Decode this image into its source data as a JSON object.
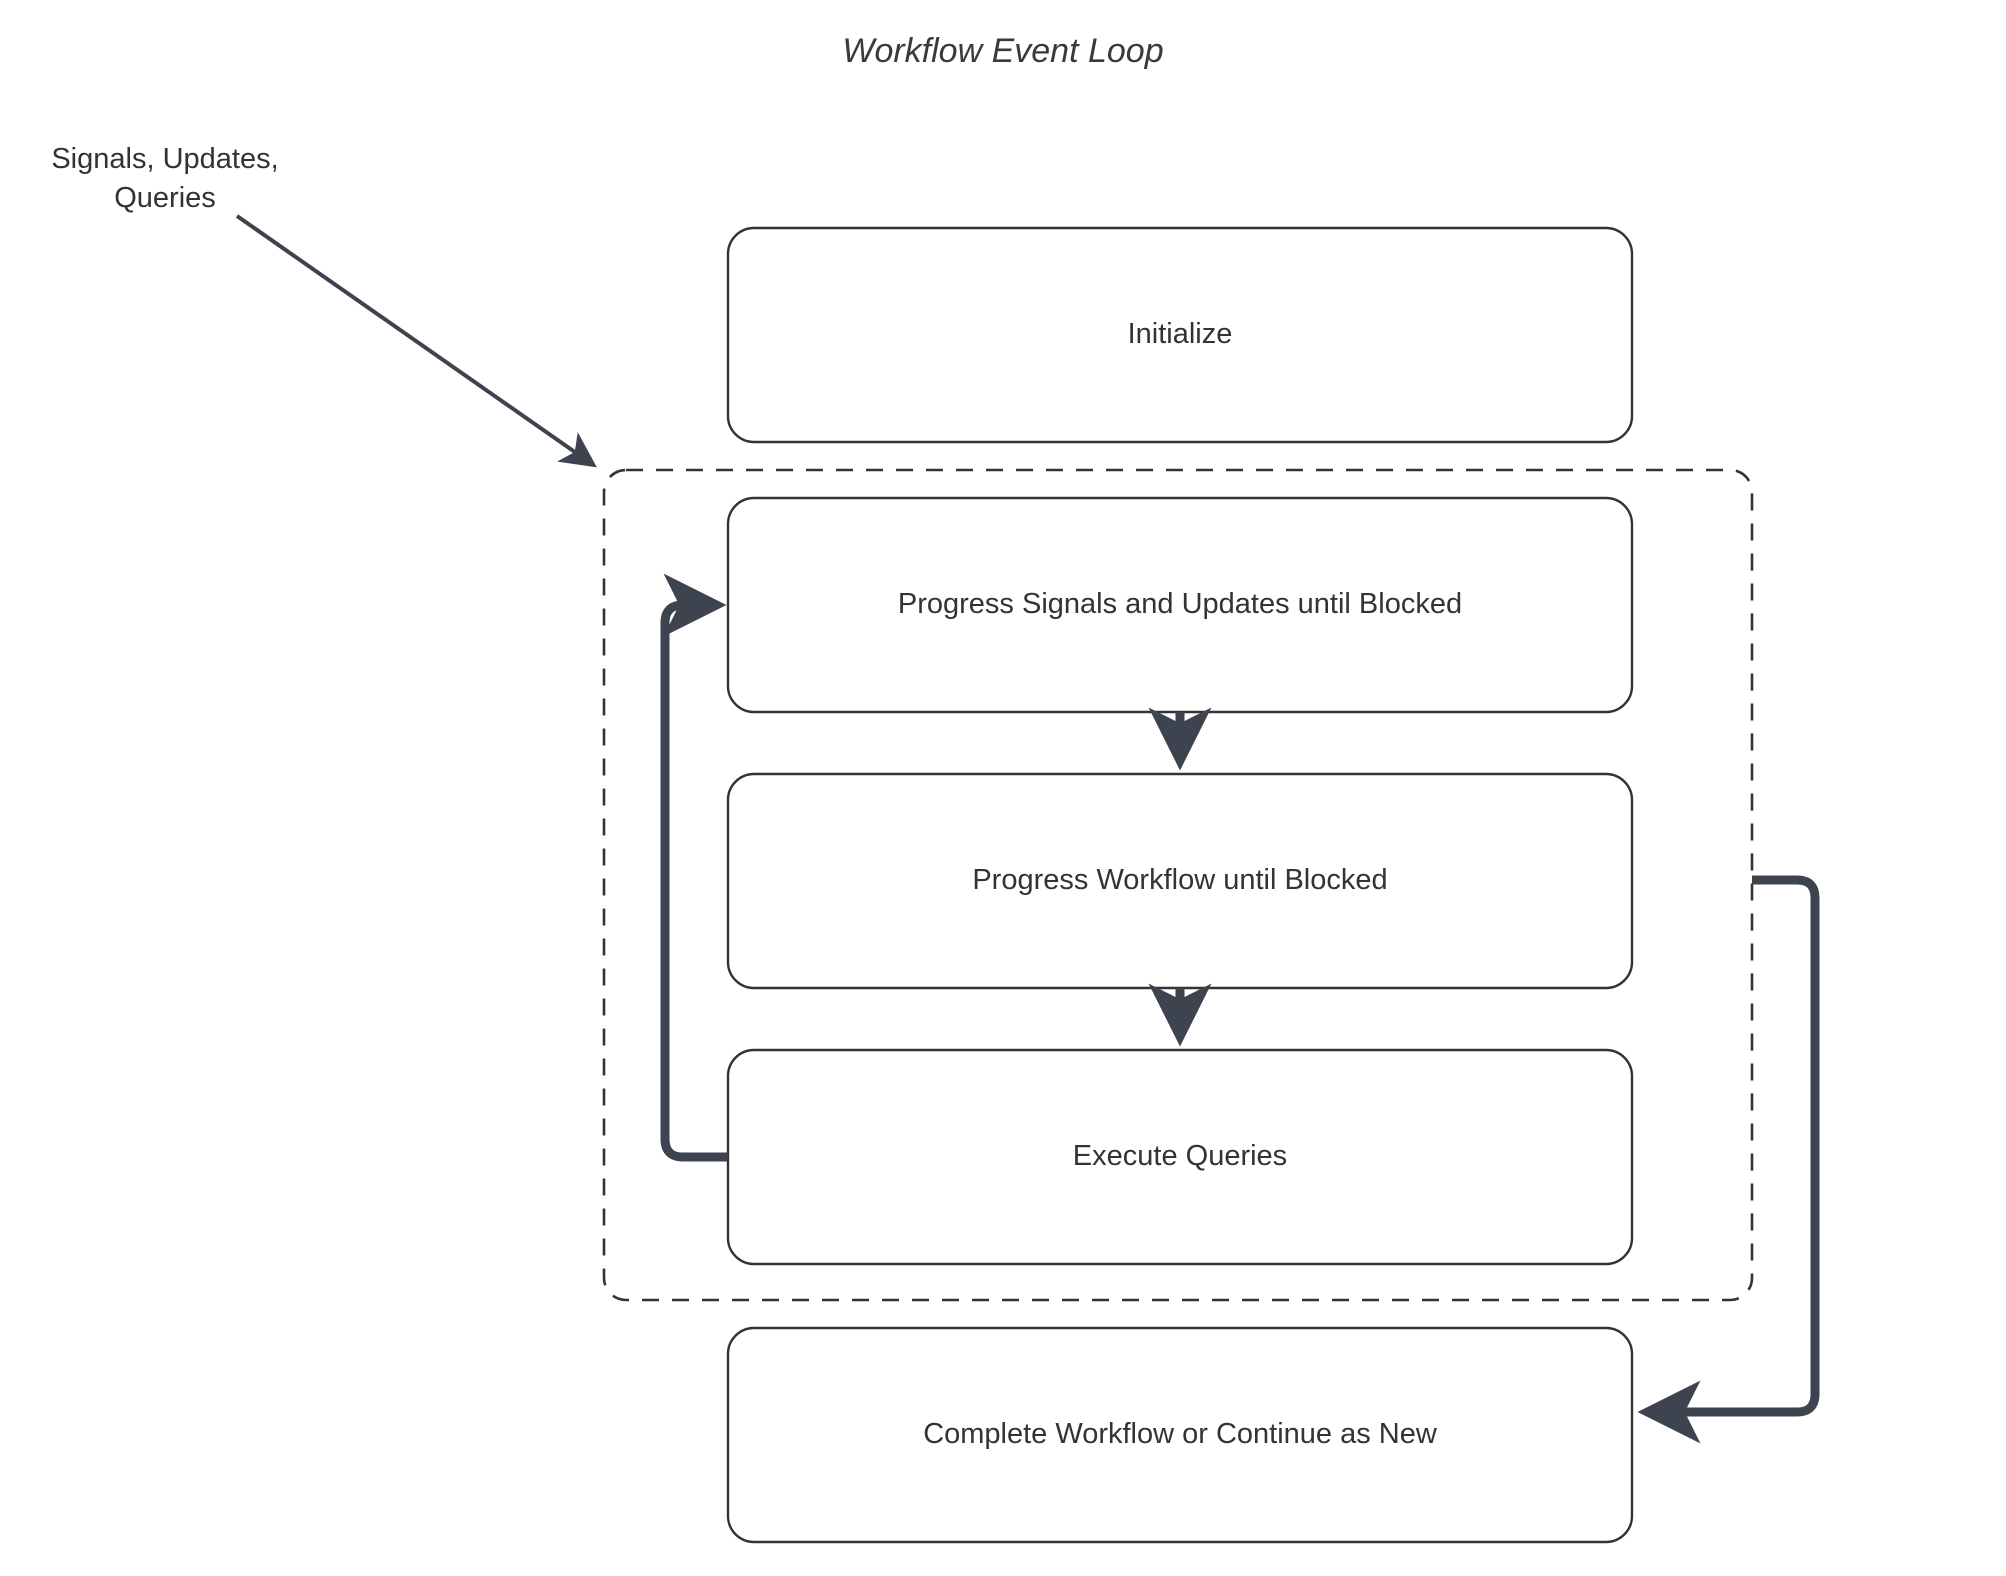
{
  "diagram": {
    "title": "Workflow Event Loop",
    "type": "flowchart",
    "external_input_label": "Signals, Updates,\nQueries",
    "colors": {
      "node_stroke": "#333333",
      "node_fill": "#ffffff",
      "text": "#333333",
      "arrow": "#3d4450",
      "dashed_container_stroke": "#333333",
      "background": "#ffffff"
    },
    "nodes": [
      {
        "id": "initialize",
        "label": "Initialize",
        "inside_loop": false
      },
      {
        "id": "progress-signals",
        "label": "Progress Signals and Updates until Blocked",
        "inside_loop": true
      },
      {
        "id": "progress-workflow",
        "label": "Progress Workflow until Blocked",
        "inside_loop": true
      },
      {
        "id": "execute-queries",
        "label": "Execute Queries",
        "inside_loop": true
      },
      {
        "id": "complete-workflow",
        "label": "Complete Workflow or Continue as New",
        "inside_loop": false
      }
    ],
    "container": {
      "id": "event-loop-container",
      "style": "dashed",
      "label": ""
    },
    "edges": [
      {
        "from": "external-input",
        "to": "event-loop-container",
        "style": "thin-arrow"
      },
      {
        "from": "progress-signals",
        "to": "progress-workflow",
        "style": "arrow"
      },
      {
        "from": "progress-workflow",
        "to": "execute-queries",
        "style": "arrow"
      },
      {
        "from": "execute-queries",
        "to": "progress-signals",
        "style": "loop-back-arrow"
      },
      {
        "from": "event-loop-container",
        "to": "complete-workflow",
        "style": "exit-arrow"
      }
    ]
  }
}
